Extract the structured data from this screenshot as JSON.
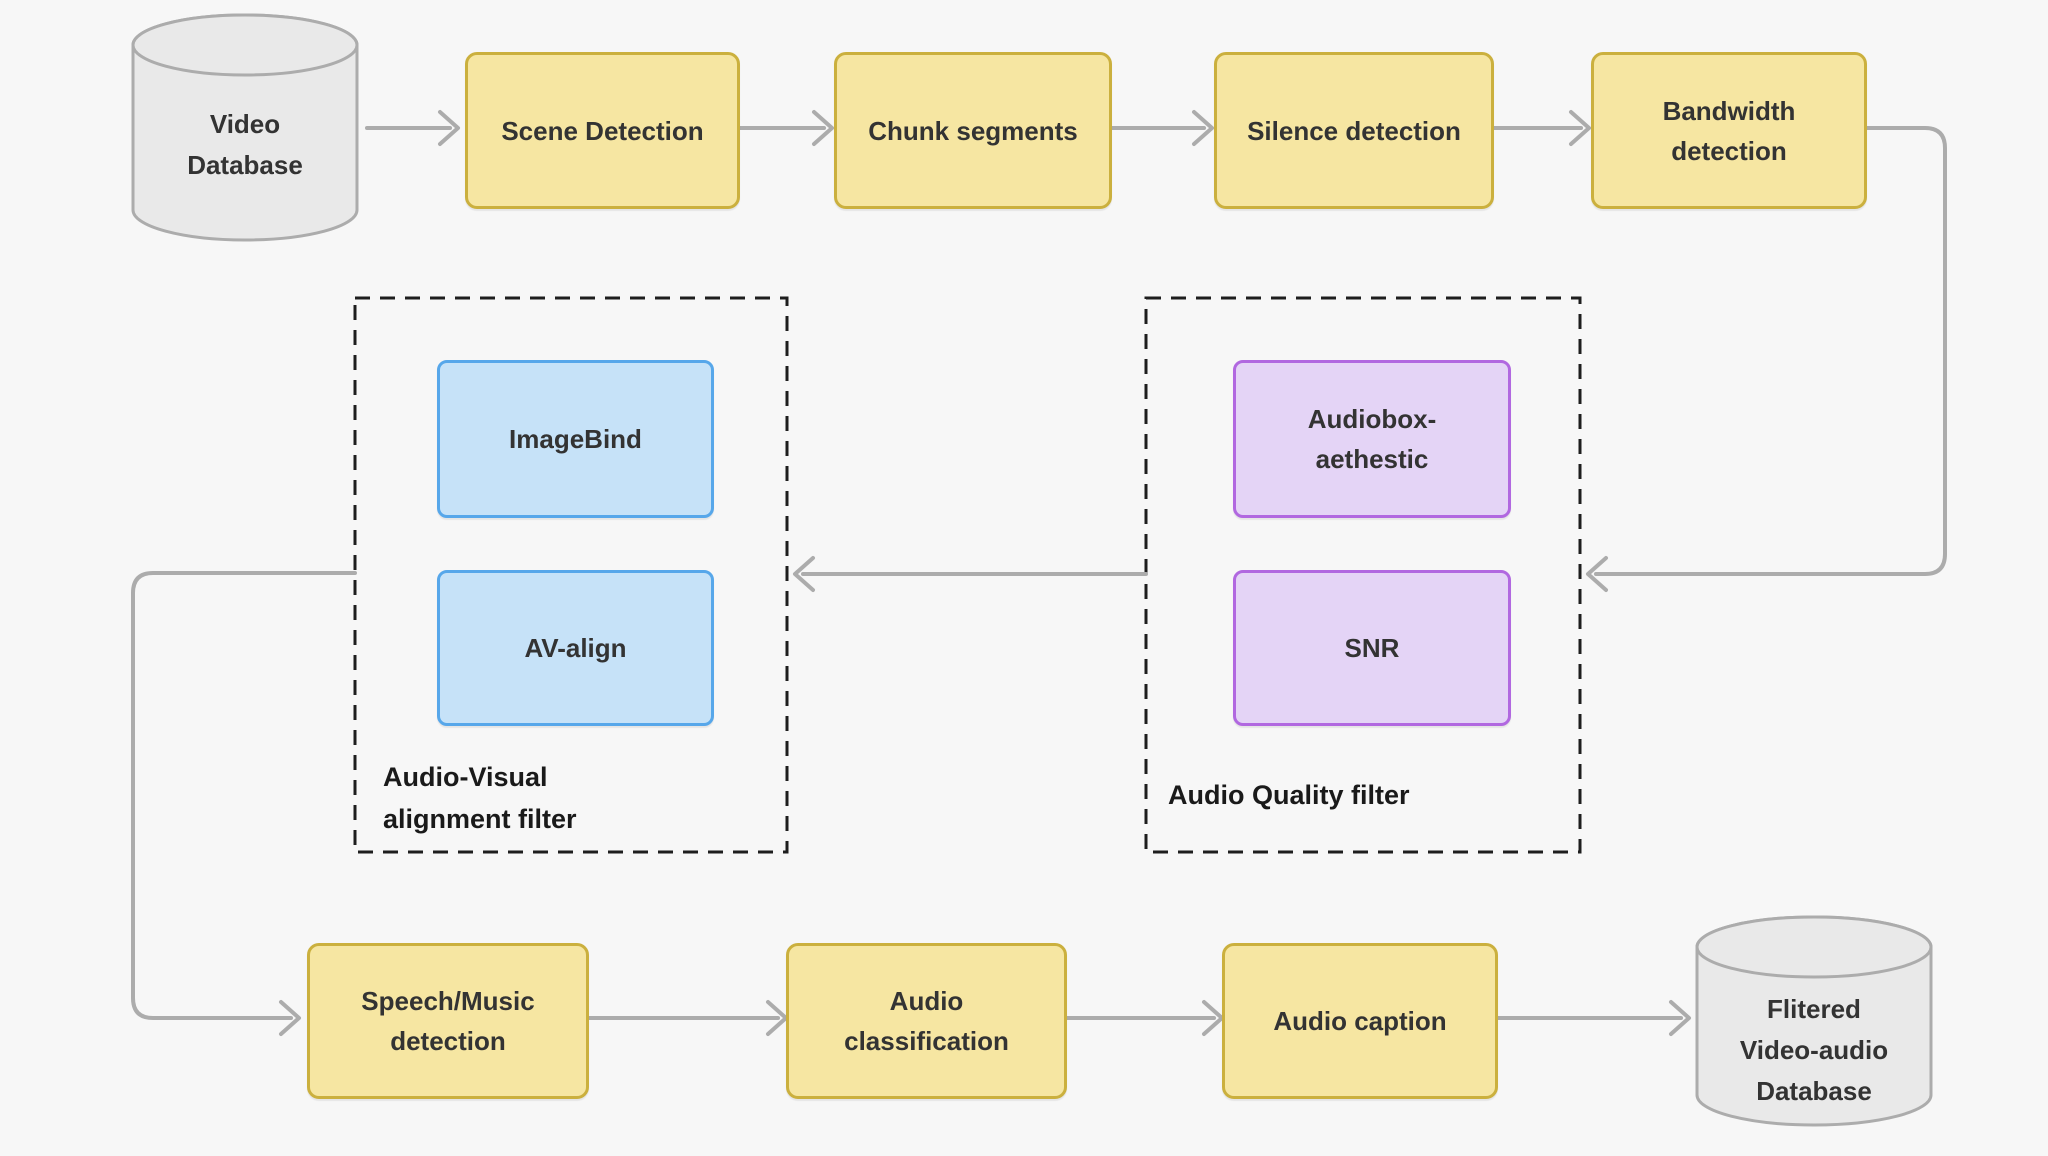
{
  "diagram": {
    "nodes": {
      "video_db": {
        "line1": "Video",
        "line2": "Database"
      },
      "scene": {
        "label": "Scene Detection"
      },
      "chunk": {
        "label": "Chunk segments"
      },
      "silence": {
        "label": "Silence detection"
      },
      "bandwidth": {
        "line1": "Bandwidth",
        "line2": "detection"
      },
      "imagebind": {
        "label": "ImageBind"
      },
      "av_align": {
        "label": "AV-align"
      },
      "audiobox": {
        "line1": "Audiobox-",
        "line2": "aethestic"
      },
      "snr": {
        "label": "SNR"
      },
      "speech_music": {
        "line1": "Speech/Music",
        "line2": "detection"
      },
      "audio_classification": {
        "line1": "Audio",
        "line2": "classification"
      },
      "audio_caption": {
        "label": "Audio caption"
      },
      "filtered_db": {
        "line1": "Flitered",
        "line2": "Video-audio",
        "line3": "Database"
      }
    },
    "groups": {
      "av_filter": {
        "caption_line1": "Audio-Visual",
        "caption_line2": "alignment filter"
      },
      "quality_filter": {
        "caption": "Audio Quality filter"
      }
    },
    "colors": {
      "background": "#f7f7f7",
      "process_fill": "#f6e6a2",
      "process_border": "#cbb03e",
      "model_blue_fill": "#c6e2f8",
      "model_blue_border": "#57a7ea",
      "model_purple_fill": "#e4d4f6",
      "model_purple_border": "#b168e0",
      "db_fill": "#e9e9e9",
      "db_border": "#acacac",
      "arrow": "#acacac",
      "dashed_border": "#1e1e1e",
      "text": "#333333"
    }
  }
}
